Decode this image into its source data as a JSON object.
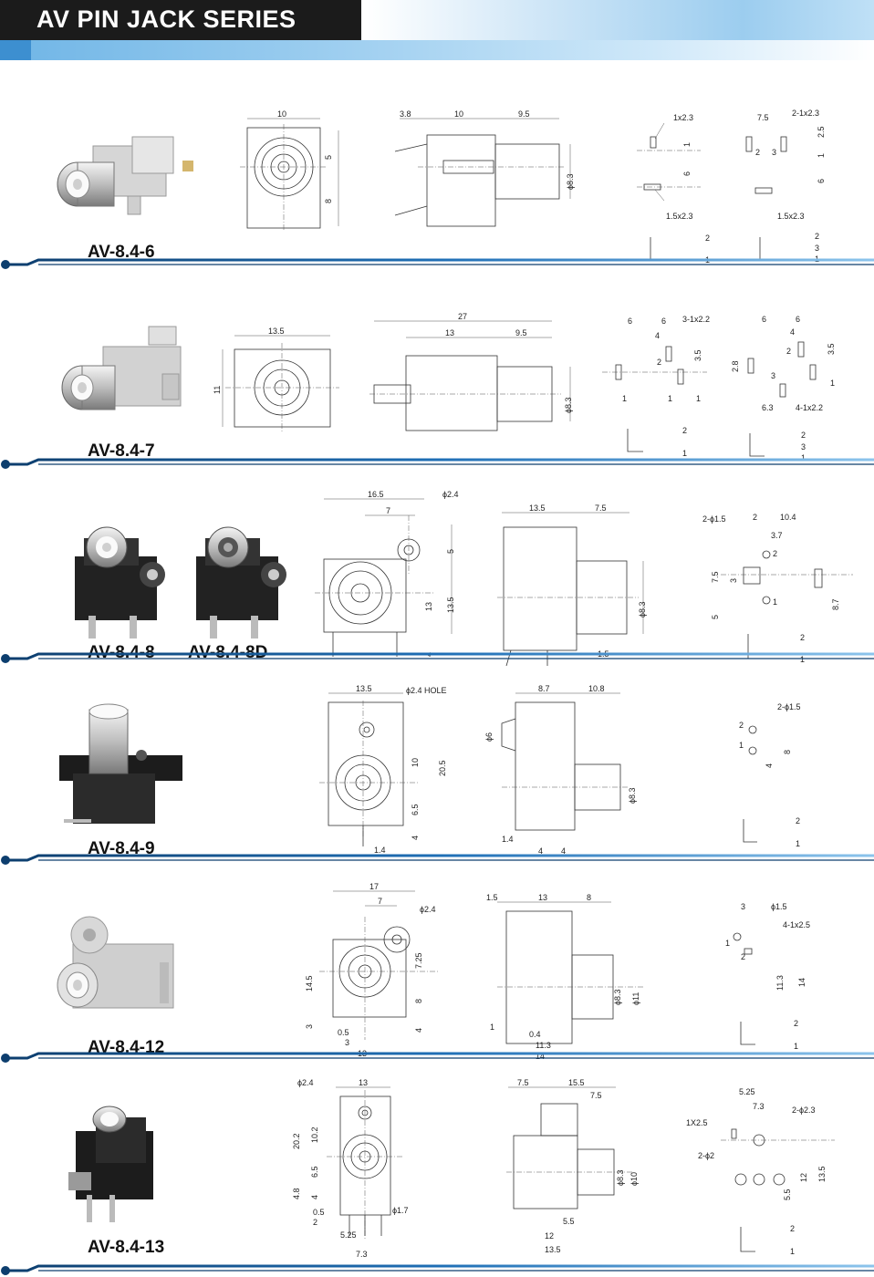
{
  "header": {
    "title": "AV PIN JACK SERIES"
  },
  "colors": {
    "banner_dark": "#1b1b1b",
    "accent_blue": "#1f6fb6",
    "divider_dark": "#0d3e6e"
  },
  "sections": [
    {
      "id": "av846",
      "models": [
        "AV-8.4-6"
      ],
      "dims": {
        "front": [
          "10",
          "5",
          "8"
        ],
        "side": [
          "3.8",
          "10",
          "9.5",
          "ϕ8.3"
        ],
        "pcb_a": [
          "1x2.3",
          "1",
          "6",
          "1.5x2.3"
        ],
        "pcb_b": [
          "7.5",
          "2-1x2.3",
          "2.5",
          "2",
          "3",
          "1",
          "6",
          "1.5x2.3"
        ],
        "pins_a": [
          "2",
          "1"
        ],
        "pins_b": [
          "2",
          "3",
          "1"
        ]
      }
    },
    {
      "id": "av847",
      "models": [
        "AV-8.4-7"
      ],
      "dims": {
        "front": [
          "13.5",
          "11"
        ],
        "side": [
          "27",
          "13",
          "9.5",
          "ϕ8.3"
        ],
        "pcb_a": [
          "6",
          "6",
          "4",
          "3-1x2.2",
          "3.5",
          "2",
          "1",
          "1",
          "1"
        ],
        "pcb_b": [
          "6",
          "6",
          "4",
          "3.5",
          "2.8",
          "2",
          "3",
          "1",
          "6.3",
          "4-1x2.2"
        ],
        "pins_a": [
          "2",
          "1"
        ],
        "pins_b": [
          "2",
          "3",
          "1"
        ]
      }
    },
    {
      "id": "av848",
      "models": [
        "AV-8.4-8",
        "AV-8.4-8D"
      ],
      "dims": {
        "front": [
          "16.5",
          "ϕ2.4",
          "7",
          "5",
          "13",
          "13.5",
          "4"
        ],
        "side": [
          "13.5",
          "7.5",
          "ϕ8.3",
          "1.5"
        ],
        "pcb": [
          "2-ϕ1.5",
          "2",
          "10.4",
          "3.7",
          "2",
          "7.5",
          "3",
          "5",
          "1",
          "8.7"
        ],
        "pins": [
          "2",
          "1"
        ]
      }
    },
    {
      "id": "av849",
      "models": [
        "AV-8.4-9"
      ],
      "dims": {
        "front": [
          "13.5",
          "ϕ2.4 HOLE",
          "10",
          "20.5",
          "6.5",
          "4",
          "1.4"
        ],
        "side": [
          "8.7",
          "10.8",
          "ϕ6",
          "ϕ8.3",
          "1.4",
          "4",
          "4"
        ],
        "pcb": [
          "2-ϕ1.5",
          "2",
          "1",
          "4",
          "8"
        ],
        "pins": [
          "2",
          "1"
        ]
      }
    },
    {
      "id": "av8412",
      "models": [
        "AV-8.4-12"
      ],
      "dims": {
        "front": [
          "17",
          "7",
          "ϕ2.4",
          "14.5",
          "7.25",
          "8",
          "3",
          "4",
          "0.5",
          "3",
          "13"
        ],
        "side": [
          "1.5",
          "13",
          "8",
          "ϕ8.3",
          "ϕ11",
          "1",
          "0.4",
          "11.3",
          "14"
        ],
        "pcb": [
          "3",
          "ϕ1.5",
          "4-1x2.5",
          "1",
          "2",
          "11.3",
          "14"
        ],
        "pins": [
          "2",
          "1"
        ]
      }
    },
    {
      "id": "av8413",
      "models": [
        "AV-8.4-13"
      ],
      "dims": {
        "front": [
          "ϕ2.4",
          "13",
          "20.2",
          "10.2",
          "6.5",
          "4.8",
          "4",
          "0.5",
          "2",
          "ϕ1.7",
          "5.25",
          "7.3"
        ],
        "side": [
          "7.5",
          "15.5",
          "7.5",
          "ϕ8.3",
          "ϕ10",
          "5.5",
          "12",
          "13.5"
        ],
        "pcb": [
          "5.25",
          "7.3",
          "1X2.5",
          "2-ϕ2.3",
          "2-ϕ2",
          "12",
          "13.5",
          "5.5"
        ],
        "pins": [
          "2",
          "1"
        ]
      }
    }
  ]
}
